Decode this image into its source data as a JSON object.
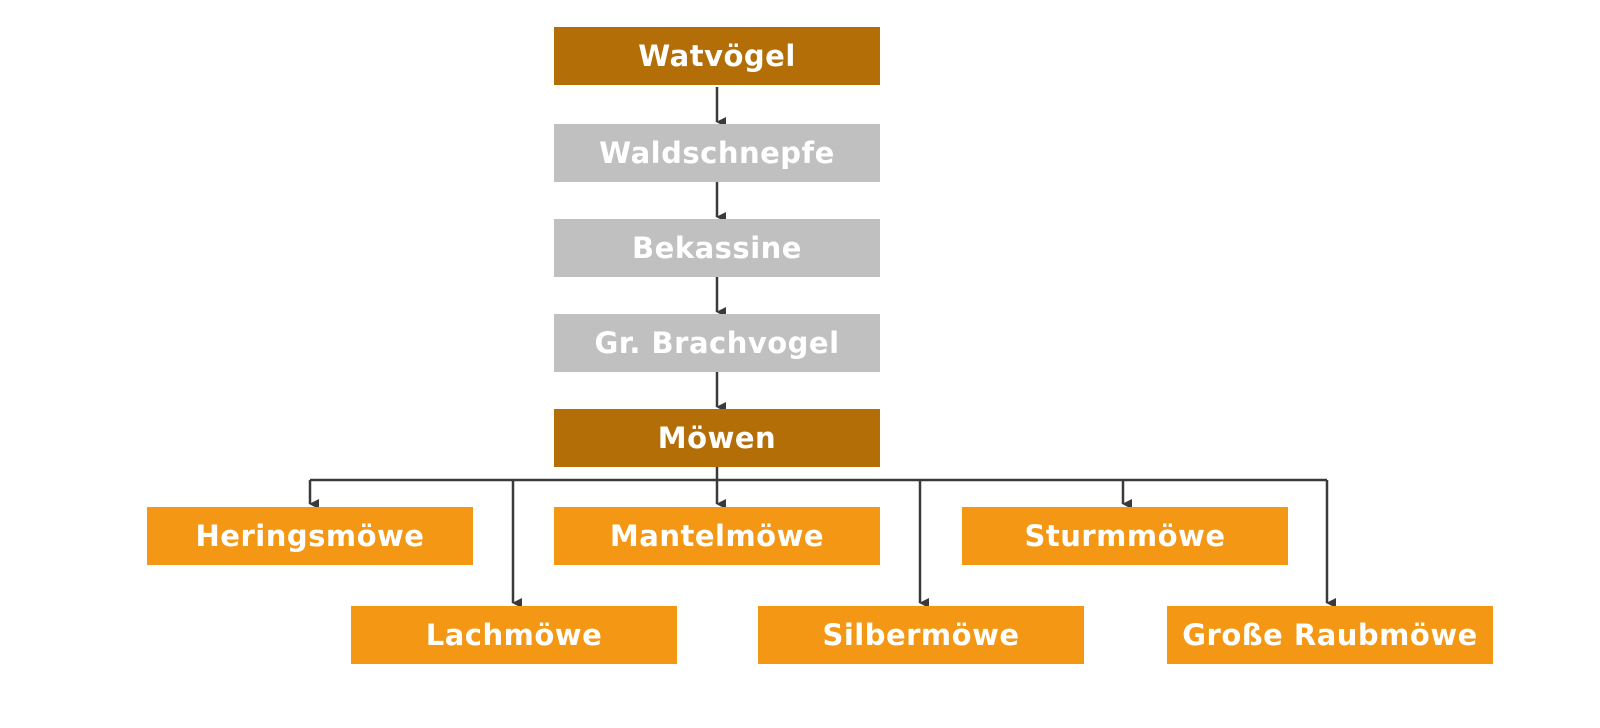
{
  "colors": {
    "category": "#b46e08",
    "species_grey": "#c0c0c0",
    "species_orange": "#f39714",
    "connector": "#3a3a3a"
  },
  "chain": {
    "watvoegel": "Watvögel",
    "waldschnepfe": "Waldschnepfe",
    "bekassine": "Bekassine",
    "brachvogel": "Gr. Brachvogel",
    "moewen": "Möwen"
  },
  "gulls": {
    "heringsmoewe": "Heringsmöwe",
    "mantelmoewe": "Mantelmöwe",
    "sturmmoewe": "Sturmmöwe",
    "lachmoewe": "Lachmöwe",
    "silbermoewe": "Silbermöwe",
    "raubmoewe": "Große Raubmöwe"
  }
}
